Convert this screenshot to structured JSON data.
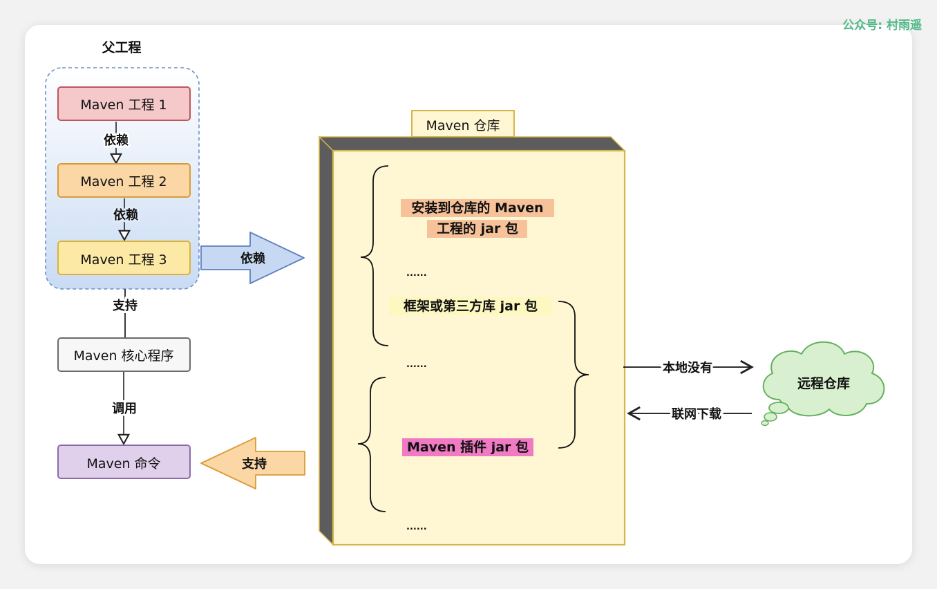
{
  "watermark": "公众号: 村雨遥",
  "parent_project": {
    "title": "父工程",
    "projects": [
      {
        "label": "Maven 工程 1",
        "fill": "#f5c9c9",
        "stroke": "#c0545d"
      },
      {
        "label": "Maven 工程 2",
        "fill": "#fbd7a6",
        "stroke": "#d99a35"
      },
      {
        "label": "Maven 工程 3",
        "fill": "#fde9a6",
        "stroke": "#d9b33a"
      }
    ],
    "dependency_labels": [
      "依赖",
      "依赖"
    ]
  },
  "core": {
    "label": "Maven 核心程序",
    "support_label": "支持",
    "call_label": "调用"
  },
  "command": {
    "label": "Maven 命令"
  },
  "arrows": {
    "depend_label": "依赖",
    "support_label": "支持"
  },
  "repository": {
    "tab_label": "Maven 仓库",
    "installed_line1": "安装到仓库的 Maven",
    "installed_line2": "工程的 jar 包",
    "framework_label": "框架或第三方库 jar 包",
    "plugin_label": "Maven 插件 jar 包",
    "ellipsis": "......"
  },
  "remote": {
    "label": "远程仓库",
    "not_local_label": "本地没有",
    "download_label": "联网下载"
  },
  "colors": {
    "repo_fill": "#fff7d3",
    "repo_stroke": "#d6b548",
    "repo_side": "#5c5c5c",
    "installed_highlight": "#f7c29a",
    "framework_highlight": "#fdf7c0",
    "plugin_highlight": "#f07ac4",
    "cloud_fill": "#d8f0cf",
    "cloud_stroke": "#64b05e",
    "depend_arrow_fill": "#c6d8f2",
    "depend_arrow_stroke": "#5d7fbe",
    "support_arrow_fill": "#fbd7a6",
    "support_arrow_stroke": "#d99a35",
    "group_stroke": "#6b8fc7",
    "core_fill": "#f7f7f7",
    "command_fill": "#e0d0ec",
    "command_stroke": "#8e6aa9"
  }
}
